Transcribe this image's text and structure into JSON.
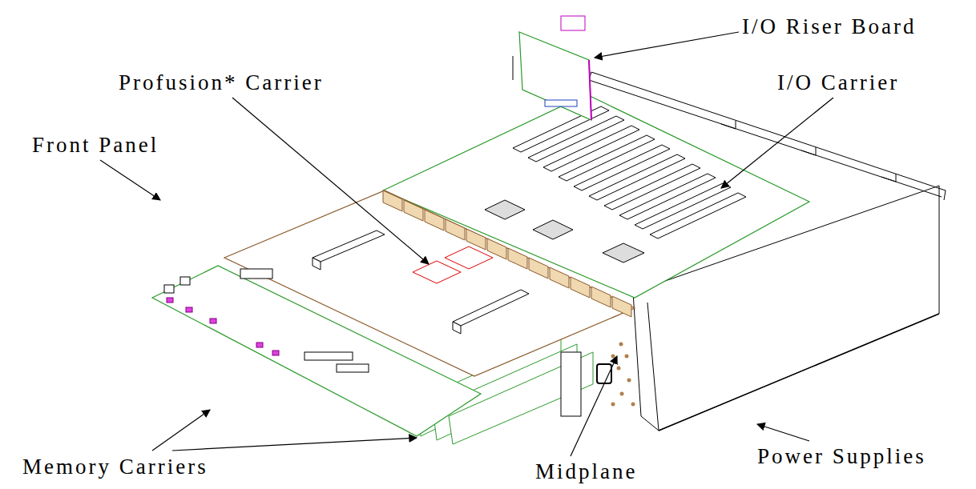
{
  "diagram": {
    "labels": [
      "I/O Riser Board",
      "Profusion* Carrier",
      "I/O Carrier",
      "Front Panel",
      "Power Supplies",
      "Memory Carriers",
      "Midplane"
    ]
  }
}
